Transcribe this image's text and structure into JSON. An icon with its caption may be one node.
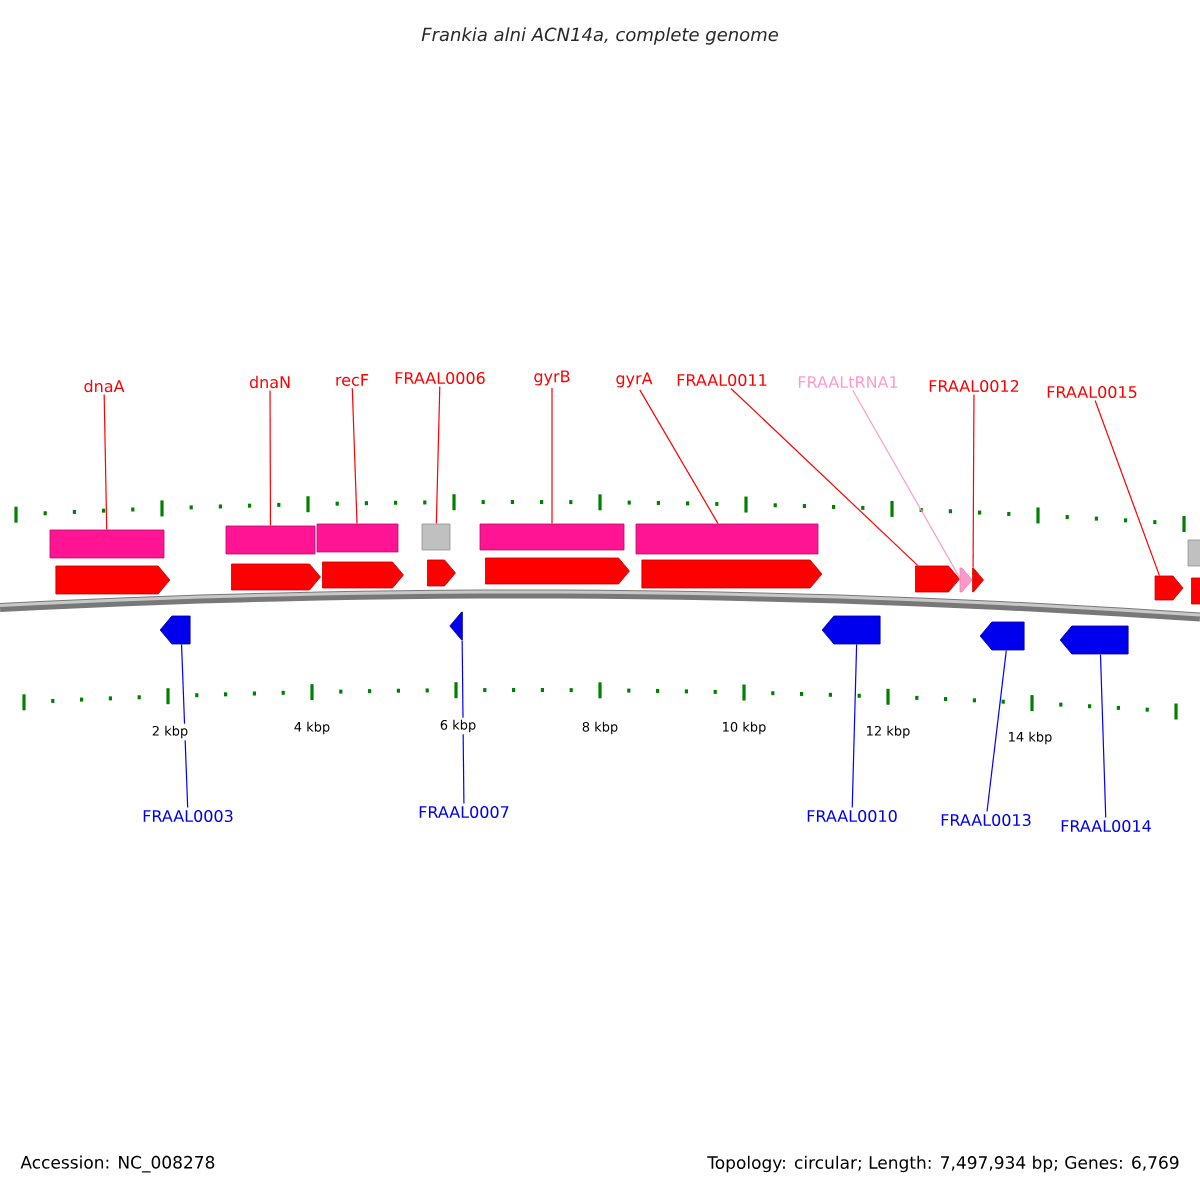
{
  "diagram": {
    "title": "Frankia alni ACN14a, complete genome",
    "nodes": [
      {
        "text": [
          "dnaA"
        ]
      },
      {
        "text": [
          "dnaN"
        ]
      },
      {
        "text": [
          "recF"
        ]
      },
      {
        "text": [
          "FRAAL0006"
        ]
      },
      {
        "text": [
          "gyrB"
        ]
      },
      {
        "text": [
          "gyrA"
        ]
      },
      {
        "text": [
          "FRAAL0011"
        ]
      },
      {
        "text": [
          "FRAALtRNA1"
        ]
      },
      {
        "text": [
          "FRAAL0012"
        ]
      },
      {
        "text": [
          "FRAAL0015"
        ]
      },
      {
        "text": [],
        "shape": "box"
      },
      {
        "text": [],
        "shape": "box"
      },
      {
        "text": [],
        "shape": "box"
      },
      {
        "text": [],
        "shape": "box"
      },
      {
        "text": [],
        "shape": "box"
      },
      {
        "text": [],
        "shape": "box"
      },
      {
        "text": [],
        "shape": "box"
      },
      {
        "text": [],
        "shape": "arrow"
      },
      {
        "text": [],
        "shape": "arrow"
      },
      {
        "text": [],
        "shape": "arrow"
      },
      {
        "text": [],
        "shape": "arrow"
      },
      {
        "text": [],
        "shape": "arrow"
      },
      {
        "text": [],
        "shape": "arrow"
      },
      {
        "text": [],
        "shape": "arrow"
      },
      {
        "text": [],
        "shape": "arrow"
      },
      {
        "text": [],
        "shape": "arrow"
      },
      {
        "text": [],
        "shape": "arrow"
      },
      {
        "text": [],
        "shape": "arrow"
      },
      {
        "text": [],
        "shape": "arrow"
      },
      {
        "text": [],
        "shape": "arrow"
      },
      {
        "text": [],
        "shape": "arrow"
      },
      {
        "text": [],
        "shape": "arrow"
      },
      {
        "text": [],
        "shape": "arrow"
      },
      {
        "text": [
          "FRAAL0003"
        ]
      },
      {
        "text": [
          "FRAAL0007"
        ]
      },
      {
        "text": [
          "FRAAL0010"
        ]
      },
      {
        "text": [
          "FRAAL0013"
        ]
      },
      {
        "text": [
          "FRAAL0014"
        ]
      }
    ],
    "edges": [
      {
        "from": 0,
        "to": 10,
        "arrow": "none"
      },
      {
        "from": 1,
        "to": 11,
        "arrow": "none"
      },
      {
        "from": 2,
        "to": 12,
        "arrow": "none"
      },
      {
        "from": 3,
        "to": 13,
        "arrow": "none"
      },
      {
        "from": 4,
        "to": 14,
        "arrow": "none"
      },
      {
        "from": 5,
        "to": 15,
        "arrow": "none"
      },
      {
        "from": 6,
        "to": 23,
        "arrow": "none"
      },
      {
        "from": 7,
        "to": 24,
        "arrow": "none",
        "color": "#ff99cc"
      },
      {
        "from": 8,
        "to": 25,
        "arrow": "none"
      },
      {
        "from": 9,
        "to": 26,
        "arrow": "none"
      },
      {
        "from": 33,
        "to": 28,
        "arrow": "none",
        "color": "#0000ff"
      },
      {
        "from": 34,
        "to": 29,
        "arrow": "none",
        "color": "#0000ff"
      },
      {
        "from": 35,
        "to": 30,
        "arrow": "none",
        "color": "#0000ff"
      },
      {
        "from": 36,
        "to": 31,
        "arrow": "none",
        "color": "#0000ff"
      },
      {
        "from": 37,
        "to": 32,
        "arrow": "none",
        "color": "#0000ff"
      }
    ],
    "labels": [
      "2 kbp",
      "4 kbp",
      "6 kbp",
      "8 kbp",
      "10 kbp",
      "12 kbp",
      "14 kbp",
      "Accession: NC_008278",
      "Topology: circular; Length: 7,497,934 bp; Genes: 6,769"
    ]
  }
}
